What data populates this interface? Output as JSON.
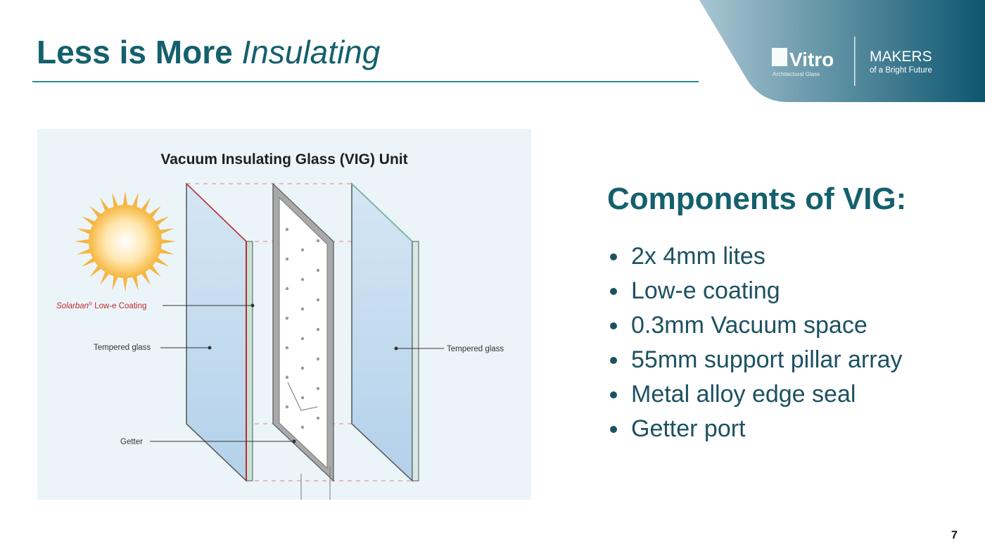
{
  "slide": {
    "title_bold": "Less is More",
    "title_italic": "Insulating",
    "page_number": "7"
  },
  "brand": {
    "vitro_logo_text": "Vitro",
    "vitro_tagline": "Architectural Glass",
    "makers_line1": "MAKERS",
    "makers_line2": "of a Bright Future",
    "gradient_light": "#a9c6d2",
    "gradient_dark": "#0d5670"
  },
  "diagram": {
    "title": "Vacuum Insulating Glass (VIG) Unit",
    "label_coating": "Low-e Coating",
    "label_coating_brand": "Solarban",
    "label_coating_mark": "®",
    "label_tempered_left": "Tempered glass",
    "label_tempered_right": "Tempered glass",
    "label_getter": "Getter",
    "sun_icon": "sun-icon",
    "background_color": "#ebf5f9",
    "glass_color": "#bcd7ed",
    "coating_color": "#c0282c"
  },
  "components": {
    "heading": "Components of VIG:",
    "items": [
      "2x 4mm lites",
      "Low-e coating",
      "0.3mm Vacuum space",
      "55mm support pillar array",
      "Metal alloy edge seal",
      "Getter port"
    ]
  }
}
